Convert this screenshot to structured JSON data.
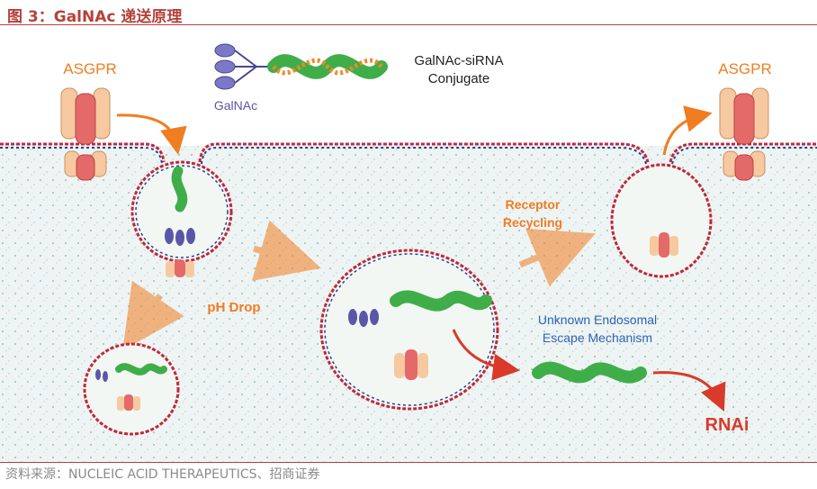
{
  "figure": {
    "title": "图 3：GalNAc 递送原理",
    "source": "资料来源：NUCLEIC ACID THERAPEUTICS、招商证券"
  },
  "labels": {
    "asgpr_left": "ASGPR",
    "asgpr_right": "ASGPR",
    "galnac": "GalNAc",
    "conjugate_line1": "GalNAc-siRNA",
    "conjugate_line2": "Conjugate",
    "receptor_recycling_line1": "Receptor",
    "receptor_recycling_line2": "Recycling",
    "ph_drop": "pH Drop",
    "escape_line1": "Unknown Endosomal",
    "escape_line2": "Escape Mechanism",
    "rnai": "RNAi"
  },
  "colors": {
    "title": "#b5413a",
    "orange": "#f07d22",
    "blue": "#2c63b5",
    "red": "#d93a2b",
    "galnac": "#5a56a8",
    "receptor_body": "#f6c9a0",
    "receptor_core": "#e46a6a",
    "membrane_red": "#c0283a",
    "membrane_blue": "#2b3e96",
    "cytoplasm": "#eef4f3",
    "sirna_green": "#3fae49",
    "sirna_orange": "#f08a24"
  }
}
